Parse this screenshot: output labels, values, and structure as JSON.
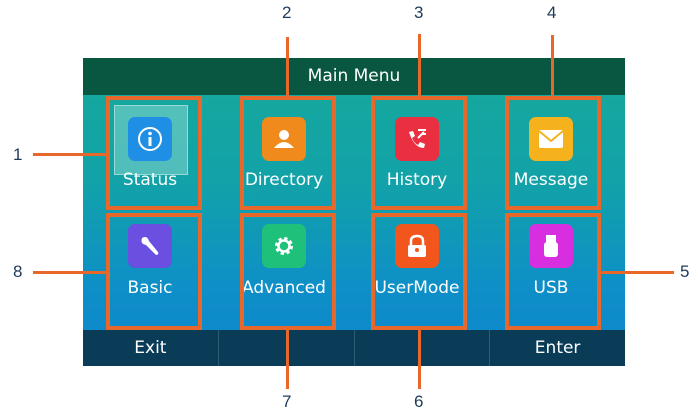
{
  "screen": {
    "title": "Main Menu",
    "items": [
      {
        "label": "Status",
        "icon": "info-icon",
        "color": "#1f8fe6",
        "selected": true
      },
      {
        "label": "Directory",
        "icon": "contact-icon",
        "color": "#f08a1c"
      },
      {
        "label": "History",
        "icon": "call-history-icon",
        "color": "#ea3040"
      },
      {
        "label": "Message",
        "icon": "envelope-icon",
        "color": "#f6b21c"
      },
      {
        "label": "Basic",
        "icon": "wrench-icon",
        "color": "#6a4fe0"
      },
      {
        "label": "Advanced",
        "icon": "gear-icon",
        "color": "#1fc07a"
      },
      {
        "label": "UserMode",
        "icon": "lock-icon",
        "color": "#f2561c"
      },
      {
        "label": "USB",
        "icon": "usb-icon",
        "color": "#d72ee0"
      }
    ],
    "softkeys": [
      "Exit",
      "",
      "",
      "Enter"
    ]
  },
  "callouts": [
    "1",
    "2",
    "3",
    "4",
    "5",
    "6",
    "7",
    "8"
  ],
  "accent_color": "#e8672a"
}
